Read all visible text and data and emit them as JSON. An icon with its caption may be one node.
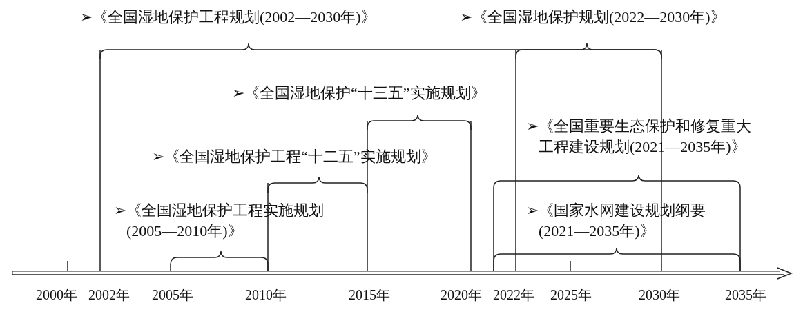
{
  "diagram": {
    "nodes": [
      {
        "text": [
          "➢《全国湿地保护工程规划(2002—2030年)》"
        ]
      },
      {
        "text": [
          "➢《全国湿地保护规划(2022—2030年)》"
        ]
      },
      {
        "text": [
          "➢《全国湿地保护“十三五”实施规划》"
        ]
      },
      {
        "text": [
          "➢《全国重要生态保护和修复重大工程建设规划(2021—2035年)》"
        ]
      },
      {
        "text": [
          "➢《全国湿地保护工程“十二五”实施规划》"
        ]
      },
      {
        "text": [
          "➢《全国湿地保护工程实施规划(2005—2010年)》"
        ]
      },
      {
        "text": [
          "➢《国家水网建设规划纲要(2021—2035年)》"
        ]
      }
    ],
    "labels": [
      "2000年",
      "2002年",
      "2005年",
      "2010年",
      "2015年",
      "2020年",
      "2022年",
      "2025年",
      "2030年",
      "2035年"
    ]
  }
}
